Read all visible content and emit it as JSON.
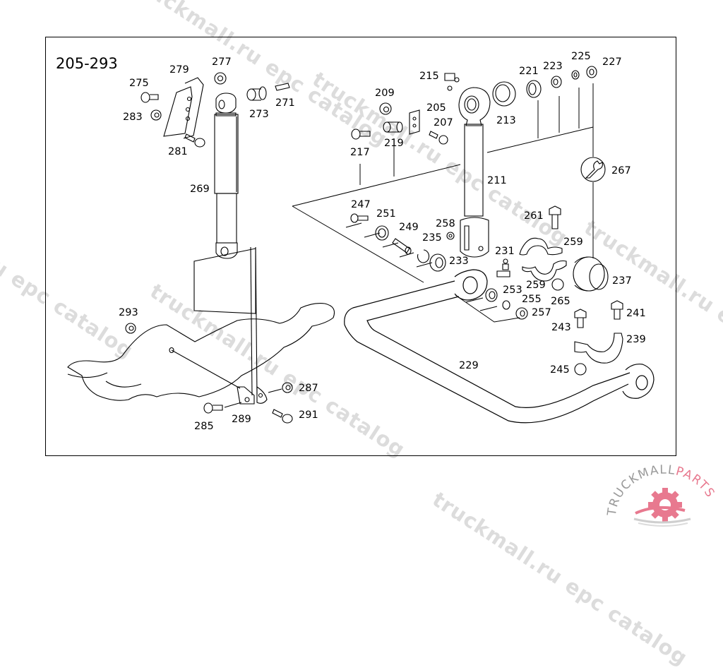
{
  "diagram": {
    "title": "205-293",
    "part_labels": [
      {
        "id": "275",
        "text": "275"
      },
      {
        "id": "279",
        "text": "279"
      },
      {
        "id": "277",
        "text": "277"
      },
      {
        "id": "283",
        "text": "283"
      },
      {
        "id": "273",
        "text": "273"
      },
      {
        "id": "271",
        "text": "271"
      },
      {
        "id": "281",
        "text": "281"
      },
      {
        "id": "269",
        "text": "269"
      },
      {
        "id": "215",
        "text": "215"
      },
      {
        "id": "209",
        "text": "209"
      },
      {
        "id": "205",
        "text": "205"
      },
      {
        "id": "207",
        "text": "207"
      },
      {
        "id": "217",
        "text": "217"
      },
      {
        "id": "219",
        "text": "219"
      },
      {
        "id": "213",
        "text": "213"
      },
      {
        "id": "221",
        "text": "221"
      },
      {
        "id": "223",
        "text": "223"
      },
      {
        "id": "225",
        "text": "225"
      },
      {
        "id": "227",
        "text": "227"
      },
      {
        "id": "267",
        "text": "267"
      },
      {
        "id": "211",
        "text": "211"
      },
      {
        "id": "247",
        "text": "247"
      },
      {
        "id": "251",
        "text": "251"
      },
      {
        "id": "249",
        "text": "249"
      },
      {
        "id": "258",
        "text": "258"
      },
      {
        "id": "235",
        "text": "235"
      },
      {
        "id": "233",
        "text": "233"
      },
      {
        "id": "231",
        "text": "231"
      },
      {
        "id": "261",
        "text": "261"
      },
      {
        "id": "259a",
        "text": "259"
      },
      {
        "id": "259b",
        "text": "259"
      },
      {
        "id": "237",
        "text": "237"
      },
      {
        "id": "253",
        "text": "253"
      },
      {
        "id": "255",
        "text": "255"
      },
      {
        "id": "257",
        "text": "257"
      },
      {
        "id": "265",
        "text": "265"
      },
      {
        "id": "241",
        "text": "241"
      },
      {
        "id": "243",
        "text": "243"
      },
      {
        "id": "239",
        "text": "239"
      },
      {
        "id": "229",
        "text": "229"
      },
      {
        "id": "245",
        "text": "245"
      },
      {
        "id": "293",
        "text": "293"
      },
      {
        "id": "287",
        "text": "287"
      },
      {
        "id": "285",
        "text": "285"
      },
      {
        "id": "289",
        "text": "289"
      },
      {
        "id": "291",
        "text": "291"
      }
    ]
  },
  "watermarks": [
    "truckmall.ru epc catalog",
    "truckmall.ru epc catalog",
    "truckmall.ru epc catalog",
    "truckmall.ru epc catalog",
    "truckmall.ru epc catalog"
  ],
  "logo": {
    "text_main": "TRUCKMALL",
    "text_accent": "PARTS",
    "accent_color": "#e8798f",
    "main_color": "#9a9a9a"
  }
}
